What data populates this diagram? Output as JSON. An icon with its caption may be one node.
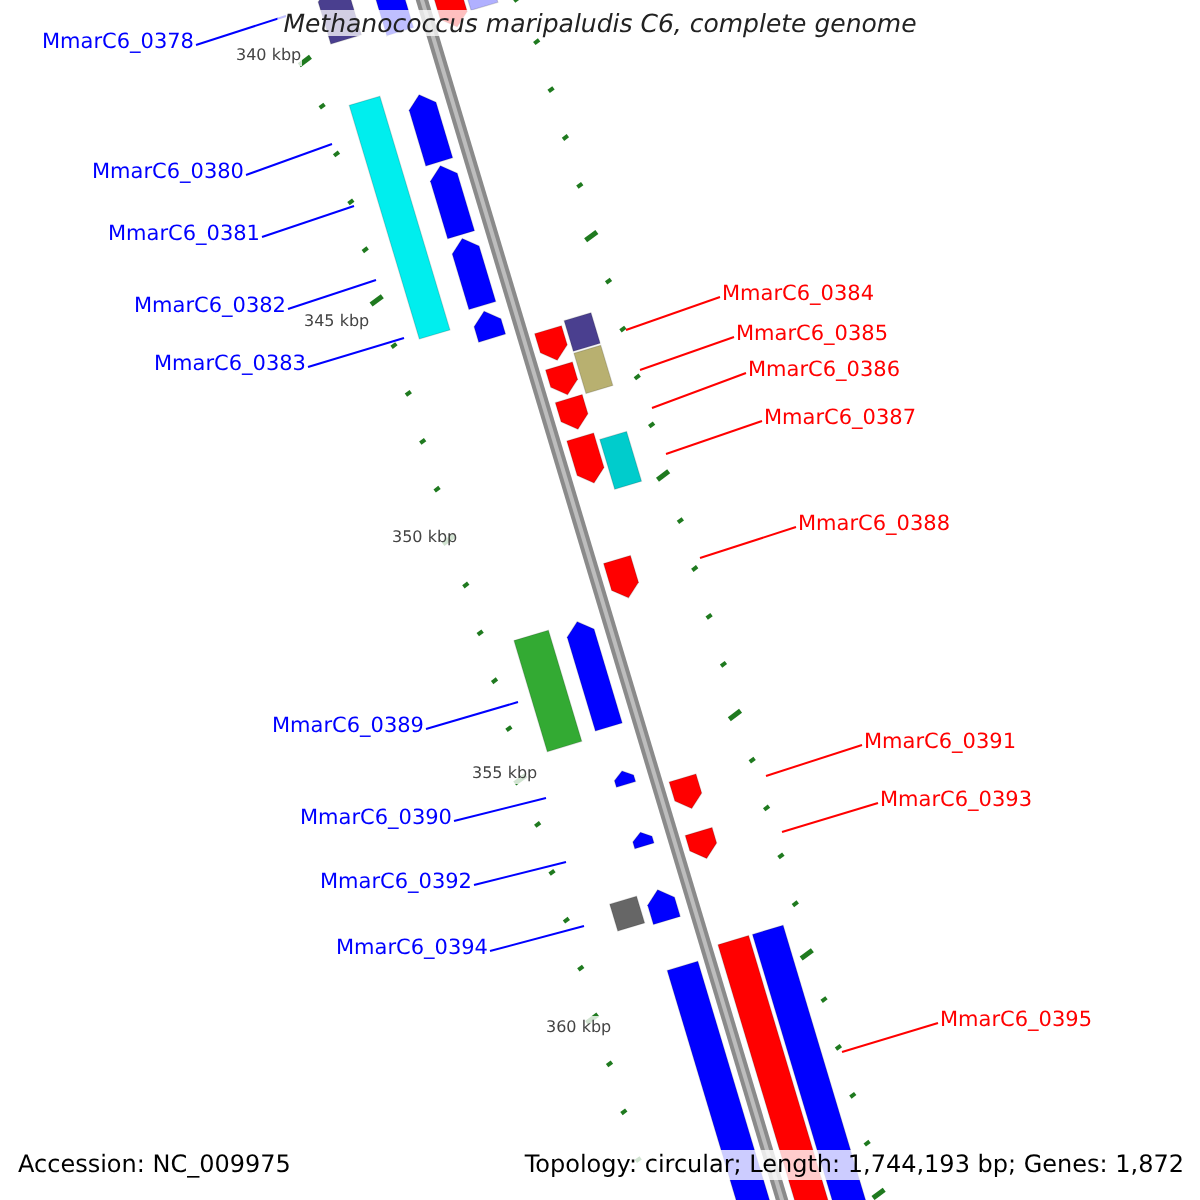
{
  "diagram": {
    "title": "Methanococcus maripaludis C6, complete genome",
    "nodes": [
      {
        "text": [
          "MmarC6_0378"
        ]
      },
      {
        "text": [
          "MmarC6_0380"
        ]
      },
      {
        "text": [
          "MmarC6_0381"
        ]
      },
      {
        "text": [
          "MmarC6_0384"
        ]
      },
      {
        "text": [
          "MmarC6_0382"
        ]
      },
      {
        "text": [
          "MmarC6_0385"
        ]
      },
      {
        "text": [
          "MmarC6_0383"
        ]
      },
      {
        "text": [
          "MmarC6_0386"
        ]
      },
      {
        "text": [
          "MmarC6_0387"
        ]
      },
      {
        "text": [
          "MmarC6_0388"
        ]
      },
      {
        "text": [
          "MmarC6_0389"
        ]
      },
      {
        "text": [
          "MmarC6_0391"
        ]
      },
      {
        "text": [
          "MmarC6_0393"
        ]
      },
      {
        "text": [
          "MmarC6_0390"
        ]
      },
      {
        "text": [
          "MmarC6_0392"
        ]
      },
      {
        "text": [
          "MmarC6_0394"
        ]
      },
      {
        "text": [
          "MmarC6_0395"
        ]
      }
    ],
    "edges": [
      {
        "from": 0,
        "to": null,
        "arrow": "none"
      },
      {
        "from": 1,
        "to": null,
        "arrow": "none"
      },
      {
        "from": 2,
        "to": null,
        "arrow": "none"
      },
      {
        "from": 3,
        "to": null,
        "arrow": "none",
        "color": "#ff0000"
      },
      {
        "from": 4,
        "to": null,
        "arrow": "none"
      },
      {
        "from": 5,
        "to": null,
        "arrow": "none",
        "color": "#ff0000"
      },
      {
        "from": 6,
        "to": null,
        "arrow": "none"
      },
      {
        "from": 7,
        "to": null,
        "arrow": "none",
        "color": "#ff0000"
      },
      {
        "from": 8,
        "to": null,
        "arrow": "none",
        "color": "#ff0000"
      },
      {
        "from": 9,
        "to": null,
        "arrow": "none",
        "color": "#ff0000"
      },
      {
        "from": 10,
        "to": null,
        "arrow": "none"
      },
      {
        "from": 11,
        "to": null,
        "arrow": "none",
        "color": "#ff0000"
      },
      {
        "from": 12,
        "to": null,
        "arrow": "none",
        "color": "#ff0000"
      },
      {
        "from": 13,
        "to": null,
        "arrow": "none"
      },
      {
        "from": 14,
        "to": null,
        "arrow": "none"
      },
      {
        "from": 15,
        "to": null,
        "arrow": "none"
      },
      {
        "from": 16,
        "to": null,
        "arrow": "none",
        "color": "#ff0000"
      }
    ],
    "labels": [
      "340 kbp",
      "345 kbp",
      "350 kbp",
      "355 kbp",
      "360 kbp",
      "Accession: NC_009975",
      "Topology: circular; Length: 1,744,193 bp; Genes: 1,872"
    ]
  }
}
